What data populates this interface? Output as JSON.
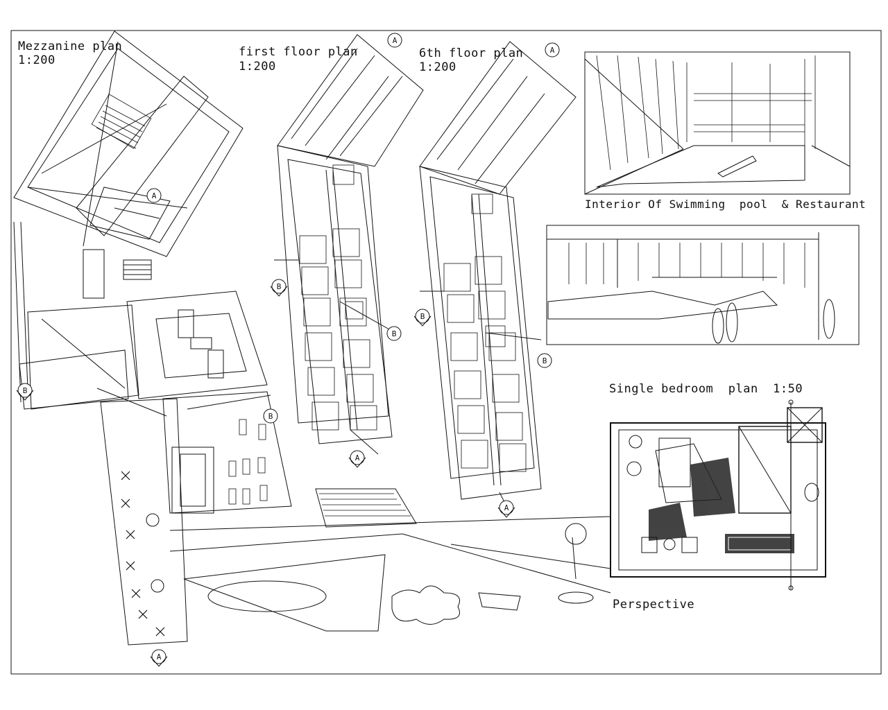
{
  "labels": {
    "mezzanine_title": "Mezzanine plan",
    "mezzanine_scale": "1:200",
    "first_title": "first floor plan",
    "first_scale": "1:200",
    "sixth_title": "6th floor plan",
    "sixth_scale": "1:200",
    "pool_caption": "Interior Of Swimming  pool  & Restaurant",
    "bedroom_title": "Single bedroom  plan  1:50",
    "perspective": "Perspective"
  },
  "section_markers": {
    "a": "A",
    "b": "B"
  },
  "colors": {
    "ink": "#111111",
    "paper": "#ffffff"
  }
}
